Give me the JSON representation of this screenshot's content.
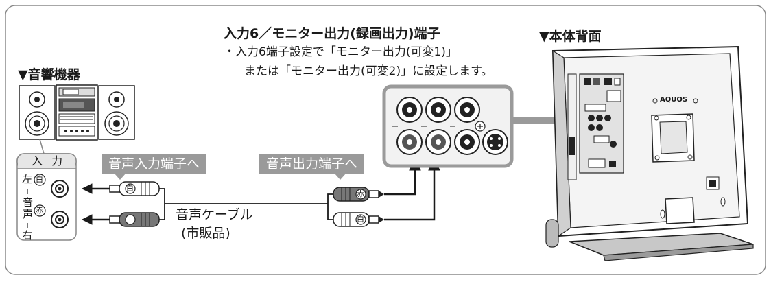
{
  "terminal": {
    "title": "入力6／モニター出力(録画出力)端子",
    "note_line1": "・入力6端子設定で「モニター出力(可変1)」",
    "note_line2": "または「モニター出力(可変2)」に設定します。"
  },
  "tv": {
    "heading": "▼本体背面",
    "brand": "AQUOS"
  },
  "audio": {
    "heading": "▼音響機器",
    "input_box_title": "入 力",
    "left_label": "左",
    "right_label": "右",
    "audio_label": "音声",
    "white_marker": "白",
    "red_marker": "赤"
  },
  "tags": {
    "audio_in": "音声入力端子へ",
    "audio_out": "音声出力端子へ"
  },
  "cable": {
    "label": "音声ケーブル",
    "sublabel": "(市販品)"
  },
  "colors": {
    "frame": "#8a8a8a",
    "tag_bg": "#9a9a9a",
    "cable": "#1a1a1a",
    "highlight_box": "#9a9a9a"
  }
}
